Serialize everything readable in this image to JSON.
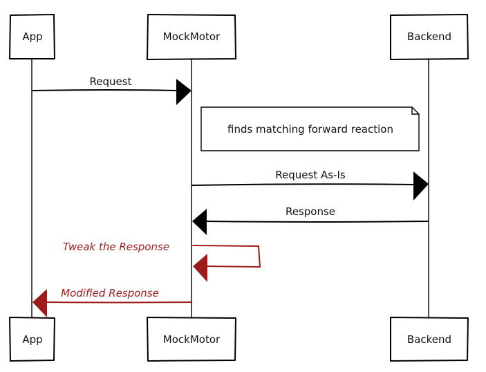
{
  "participants": {
    "app": "App",
    "mockmotor": "MockMotor",
    "backend": "Backend"
  },
  "messages": {
    "request": "Request",
    "request_as_is": "Request As-Is",
    "response": "Response",
    "tweak": "Tweak the Response",
    "modified_response": "Modified Response"
  },
  "note": {
    "text": "finds matching forward reaction"
  },
  "colors": {
    "ink": "#000000",
    "highlight": "#9e1b1b"
  }
}
